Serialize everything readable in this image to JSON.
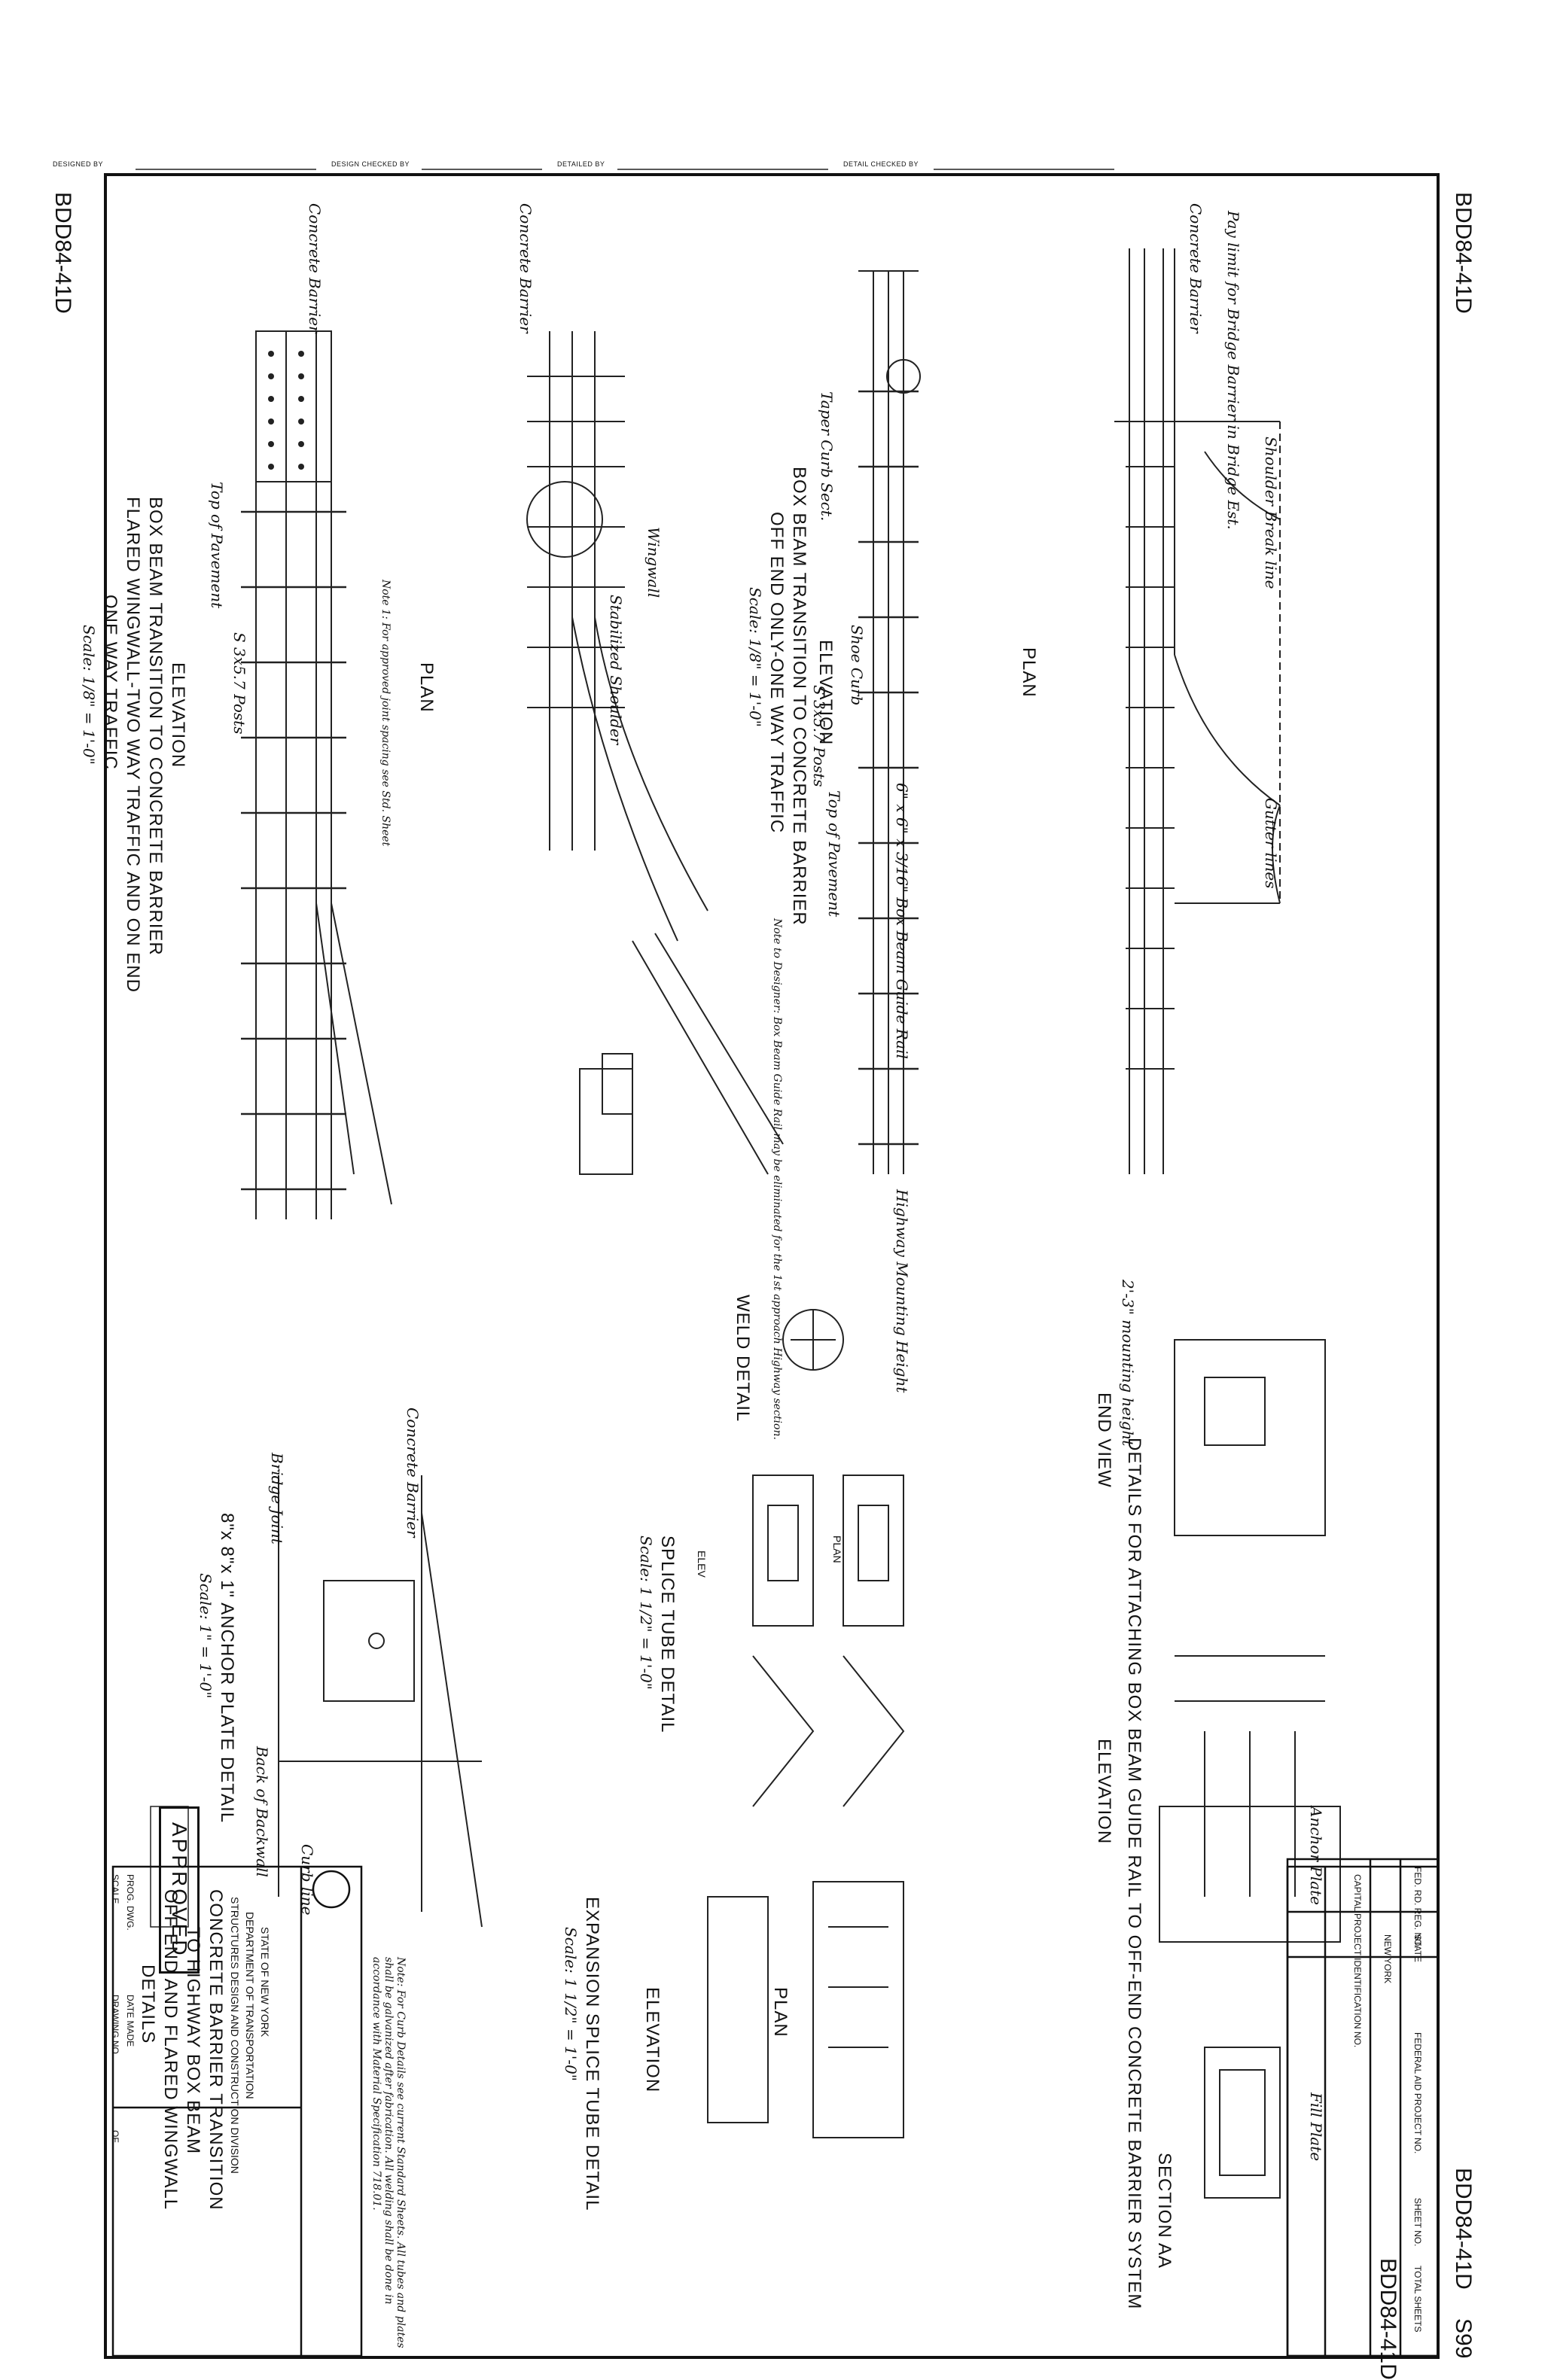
{
  "header": {
    "designed_by": "DESIGNED BY",
    "design_checked_by": "DESIGN CHECKED BY",
    "detailed_by": "DETAILED BY",
    "detail_checked_by": "DETAIL CHECKED BY"
  },
  "sheet_code": "BDD84-41D",
  "sheet_number": "S99",
  "views": {
    "plan_top": "PLAN",
    "plan_mid": "PLAN",
    "elev_one_way_title": "ELEVATION",
    "elev_one_way_sub1": "BOX BEAM TRANSITION TO CONCRETE BARRIER",
    "elev_one_way_sub2": "OFF END ONLY-ONE WAY TRAFFIC",
    "elev_one_way_scale": "Scale: 1/8\" = 1'-0\"",
    "elev_flared_title": "ELEVATION",
    "elev_flared_sub1": "BOX BEAM TRANSITION TO CONCRETE BARRIER",
    "elev_flared_sub2": "FLARED WINGWALL-TWO WAY TRAFFIC AND ON END",
    "elev_flared_sub3": "ONE WAY TRAFFIC",
    "elev_flared_scale": "Scale: 1/8\" = 1'-0\"",
    "details_title": "DETAILS FOR ATTACHING BOX BEAM GUIDE RAIL TO OFF-END CONCRETE BARRIER SYSTEM",
    "end_view": "END VIEW",
    "elevation": "ELEVATION",
    "section_aa": "SECTION AA",
    "weld_detail": "WELD DETAIL",
    "splice_tube_detail": "SPLICE TUBE DETAIL",
    "splice_tube_scale": "Scale: 1 1/2\" = 1'-0\"",
    "elev_short": "ELEV",
    "plan_short": "PLAN",
    "expansion_splice": "EXPANSION SPLICE TUBE DETAIL",
    "expansion_scale": "Scale: 1 1/2\" = 1'-0\"",
    "anchor_plate": "8\"x 8\"x 1\" ANCHOR PLATE DETAIL",
    "anchor_scale": "Scale: 1\" = 1'-0\"",
    "approved": "APPROVED"
  },
  "labels": {
    "shoulder_break": "Shoulder Break line",
    "gutter_lines": "Gutter lines",
    "concrete_barrier": "Concrete Barrier",
    "pay_limit_bridge": "Pay limit for Bridge Barrier in Bridge Est.",
    "box_beam_guide_rail": "6\" x 6\" x 3/16\" Box Beam Guide Rail",
    "shoe_curb": "Shoe Curb",
    "taper_curb_section": "Taper Curb Sect.",
    "stabilized_shoulder": "Stabilized Shoulder",
    "wingwall": "Wingwall",
    "bridge_joint": "Bridge Joint",
    "top_of_pavement": "Top of Pavement",
    "posts": "S 3x5.7 Posts",
    "mounting_height": "2'-3\" mounting height",
    "fill_plate": "Fill Plate",
    "anchor_plate_small": "Anchor Plate",
    "highway_mounting": "Highway Mounting Height",
    "back_of_backwall": "Back of Backwall",
    "curb_line": "Curb line",
    "concrete_barrier_short": "Concrete Barrier"
  },
  "notes": {
    "note1": "Note 1: For approved joint spacing see Std. Sheet",
    "note_designer": "Note to Designer: Box Beam Guide Rail may be eliminated for the 1st approach Highway section.",
    "note_curb": "Note: For Curb Details see current Standard Sheets. All tubes and plates shall be galvanized after fabrication. All welding shall be done in accordance with Material Specification 718.01."
  },
  "title_block": {
    "state": "STATE OF NEW YORK",
    "dept": "DEPARTMENT OF TRANSPORTATION",
    "division": "STRUCTURES DESIGN AND CONSTRUCTION DIVISION",
    "title1": "CONCRETE BARRIER TRANSITION",
    "title2": "TO HIGHWAY BOX BEAM",
    "title3": "OFF END AND FLARED WINGWALL",
    "title4": "DETAILS",
    "fed_rd": "FED. RD. REG. NO.",
    "state_col": "STATE",
    "state_val": "NEW YORK",
    "fed_aid": "FEDERAL AID PROJECT NO.",
    "sheet_no": "SHEET NO.",
    "total_sheets": "TOTAL SHEETS",
    "capital": "CAPITAL PROJECT IDENTIFICATION NO.",
    "prog_dwg": "PROG. DWG.",
    "date_made": "DATE MADE",
    "drawing_no": "DRAWING NO.",
    "of": "OF",
    "scale": "SCALE"
  }
}
